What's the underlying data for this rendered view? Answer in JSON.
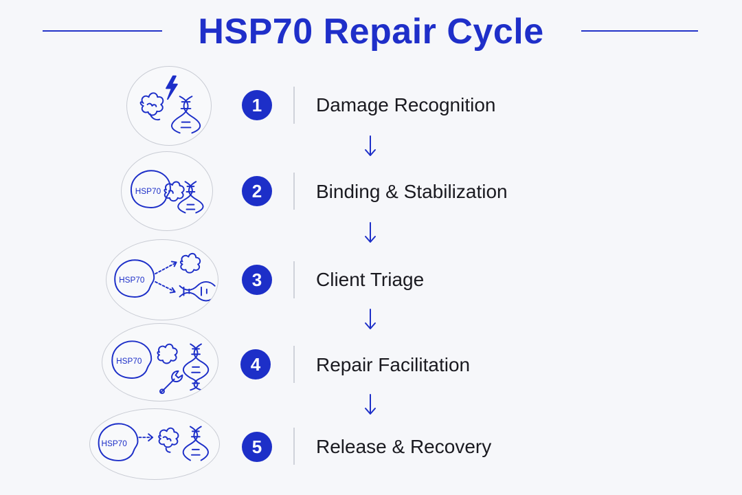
{
  "title": "HSP70 Repair Cycle",
  "colors": {
    "accent": "#1d2fc8",
    "text": "#1a1a20",
    "outline": "#c9ccd4",
    "background": "#f6f7fa"
  },
  "steps": [
    {
      "number": "1",
      "label": "Damage Recognition",
      "icons": [
        "misfolded-protein-icon",
        "lightning-bolt-icon",
        "dna-helix-icon"
      ]
    },
    {
      "number": "2",
      "label": "Binding & Stabilization",
      "hsp_label": "HSP70",
      "icons": [
        "hsp70-chaperone-icon",
        "misfolded-protein-icon",
        "dna-helix-icon"
      ]
    },
    {
      "number": "3",
      "label": "Client Triage",
      "hsp_label": "HSP70",
      "icons": [
        "hsp70-chaperone-icon",
        "dashed-arrow-icon",
        "misfolded-protein-icon",
        "dna-helix-icon"
      ]
    },
    {
      "number": "4",
      "label": "Repair Facilitation",
      "hsp_label": "HSP70",
      "icons": [
        "hsp70-chaperone-icon",
        "misfolded-protein-icon",
        "wrench-icon",
        "dna-helix-icon"
      ]
    },
    {
      "number": "5",
      "label": "Release & Recovery",
      "hsp_label": "HSP70",
      "icons": [
        "hsp70-chaperone-icon",
        "dashed-arrow-icon",
        "folded-protein-icon",
        "dna-helix-icon"
      ]
    }
  ]
}
